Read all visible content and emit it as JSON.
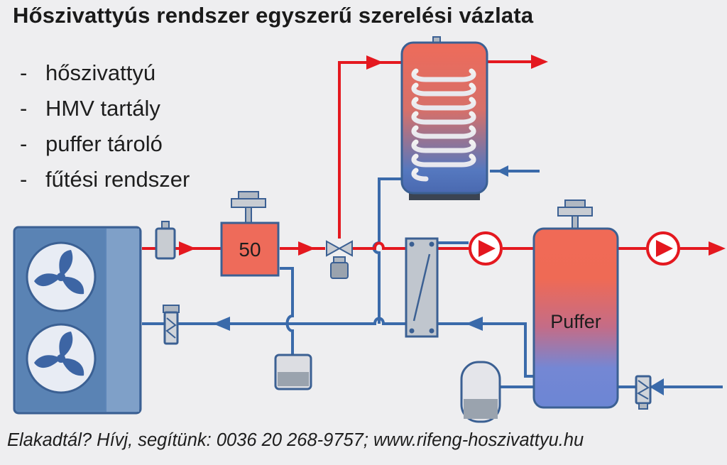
{
  "title": "Hőszivattyús rendszer egyszerű szerelési vázlata",
  "legend": {
    "dash": "-",
    "items": [
      "hőszivattyú",
      "HMV tartály",
      "puffer tároló",
      "fűtési rendszer"
    ]
  },
  "components": {
    "manifold_label": "50",
    "buffer_label": "Puffer"
  },
  "footer": "Elakadtál? Hívj, segítünk: 0036 20 268-9757; www.rifeng-hoszivattyu.hu",
  "colors": {
    "hot": "#e4181f",
    "cold": "#3a6aaa",
    "unit": "#5d86b8",
    "outline": "#3b6093"
  }
}
